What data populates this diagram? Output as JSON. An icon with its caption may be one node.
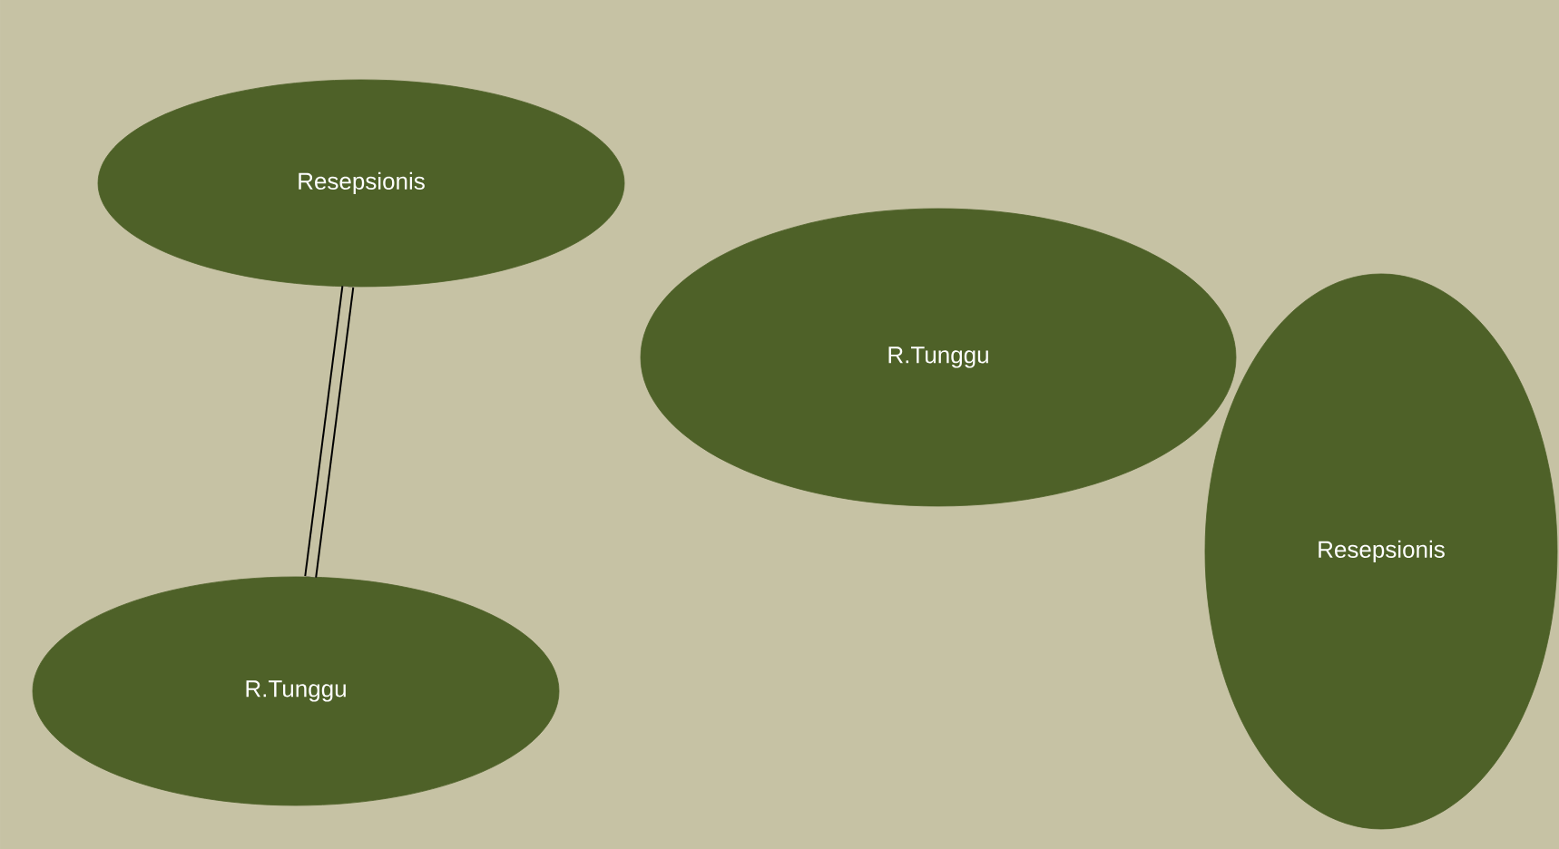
{
  "diagram": {
    "nodes": [
      {
        "text": [
          "Resepsionis"
        ]
      },
      {
        "text": [
          "R.Tunggu"
        ]
      },
      {
        "text": [
          "R.Tunggu"
        ]
      },
      {
        "text": [
          "Resepsionis"
        ]
      }
    ],
    "edges": [
      {
        "from": 0,
        "to": 2,
        "arrow": "none"
      }
    ]
  }
}
